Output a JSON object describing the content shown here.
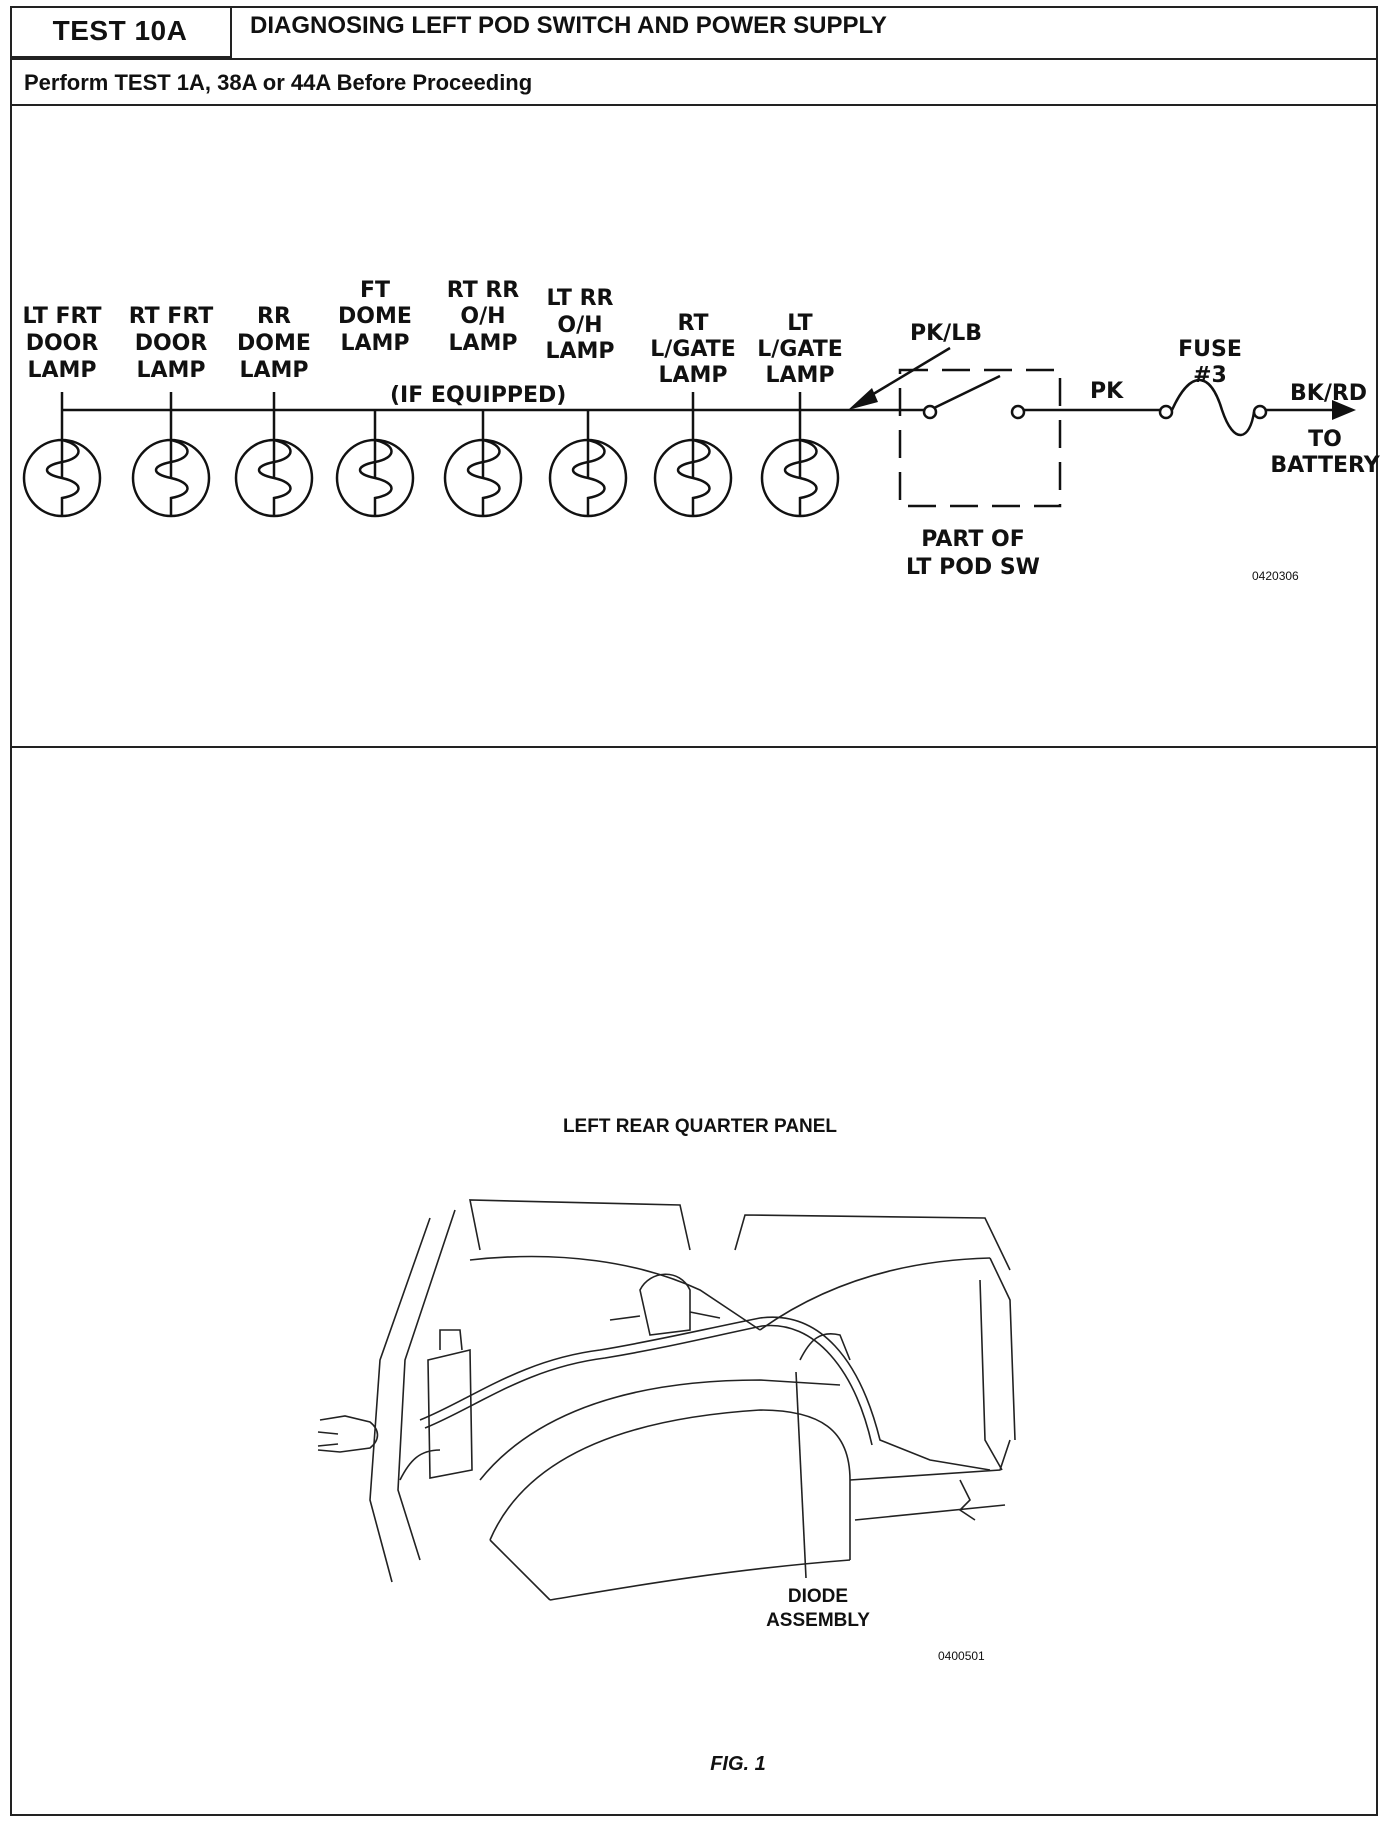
{
  "header": {
    "test_id": "TEST 10A",
    "title": "DIAGNOSING LEFT POD SWITCH AND POWER SUPPLY",
    "prerequisite": "Perform TEST 1A, 38A or 44A Before Proceeding"
  },
  "schematic": {
    "lamps": [
      {
        "lines": [
          "LT  FRT",
          "DOOR",
          "LAMP"
        ]
      },
      {
        "lines": [
          "RT  FRT",
          "DOOR",
          "LAMP"
        ]
      },
      {
        "lines": [
          "RR",
          "DOME",
          "LAMP"
        ]
      },
      {
        "lines": [
          "FT",
          "DOME",
          "LAMP"
        ]
      },
      {
        "lines": [
          "RT  RR",
          "O/H",
          "LAMP"
        ]
      },
      {
        "lines": [
          "LT  RR",
          "O/H",
          "LAMP"
        ]
      },
      {
        "lines": [
          "RT",
          "L/GATE",
          "LAMP"
        ]
      },
      {
        "lines": [
          "LT",
          "L/GATE",
          "LAMP"
        ]
      }
    ],
    "if_equipped_label": "(IF  EQUIPPED)",
    "wire_pk_lb": "PK/LB",
    "wire_pk": "PK",
    "fuse_label": "FUSE",
    "fuse_number": "#3",
    "wire_bk_rd": "BK/RD",
    "to_battery_line1": "TO",
    "to_battery_line2": "BATTERY",
    "switch_part_line1": "PART  OF",
    "switch_part_line2": "LT  POD  SW",
    "figure_code": "0420306"
  },
  "illustration": {
    "title": "LEFT REAR QUARTER PANEL",
    "callout_line1": "DIODE",
    "callout_line2": "ASSEMBLY",
    "figure_code": "0400501",
    "fig_caption": "FIG. 1"
  }
}
